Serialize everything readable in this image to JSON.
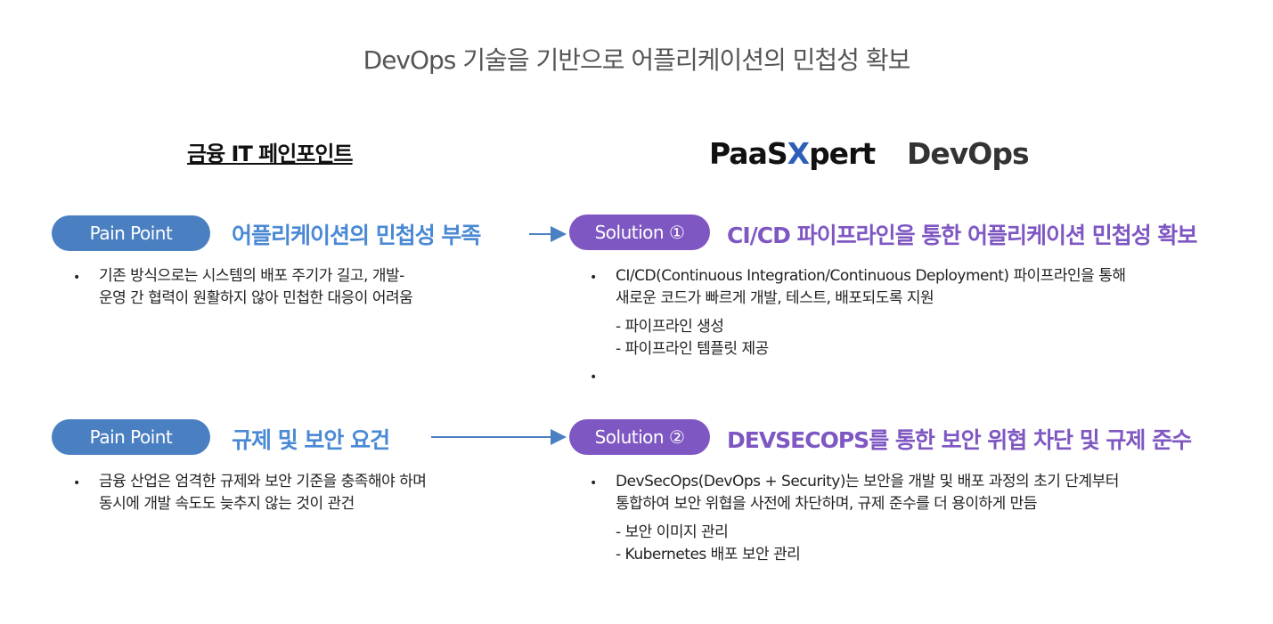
{
  "title": "DevOps 기술을 기반으로 어플리케이션의 민첩성 확보",
  "left_heading": "금융 IT 페인포인트",
  "logos": {
    "paasxpert_pre": "PaaS",
    "paasxpert_x": "X",
    "paasxpert_post": "pert",
    "devops": "DevOps"
  },
  "rows": [
    {
      "pain_label": "Pain Point",
      "pain_title": "어플리케이션의 민첩성 부족",
      "pain_text": [
        "기존 방식으로는 시스템의 배포 주기가 길고, 개발-",
        "운영 간 협력이 원활하지 않아 민첩한 대응이 어려움"
      ],
      "solution_label": "Solution ①",
      "solution_title": "CI/CD 파이프라인을 통한 어플리케이션 민첩성 확보",
      "solution_text": [
        "CI/CD(Continuous Integration/Continuous Deployment) 파이프라인을 통해",
        "새로운 코드가 빠르게 개발, 테스트, 배포되도록 지원"
      ],
      "sub_items": [
        "- 파이프라인 생성",
        "- 파이프라인 템플릿 제공"
      ]
    },
    {
      "pain_label": "Pain Point",
      "pain_title": "규제 및 보안 요건",
      "pain_text": [
        "금융 산업은 엄격한 규제와 보안 기준을 충족해야 하며",
        "동시에 개발 속도도 늦추지 않는 것이 관건"
      ],
      "solution_label": "Solution ②",
      "solution_title": "DEVSECOPS를 통한 보안 위협 차단 및 규제 준수",
      "solution_text": [
        "DevSecOps(DevOps + Security)는 보안을 개발 및 배포 과정의 초기 단계부터",
        "통합하여 보안 위협을 사전에 차단하며, 규제 준수를 더 용이하게 만듬"
      ],
      "sub_items": [
        "- 보안 이미지 관리",
        "- Kubernetes 배포 보안 관리"
      ]
    }
  ],
  "bullet": "•"
}
